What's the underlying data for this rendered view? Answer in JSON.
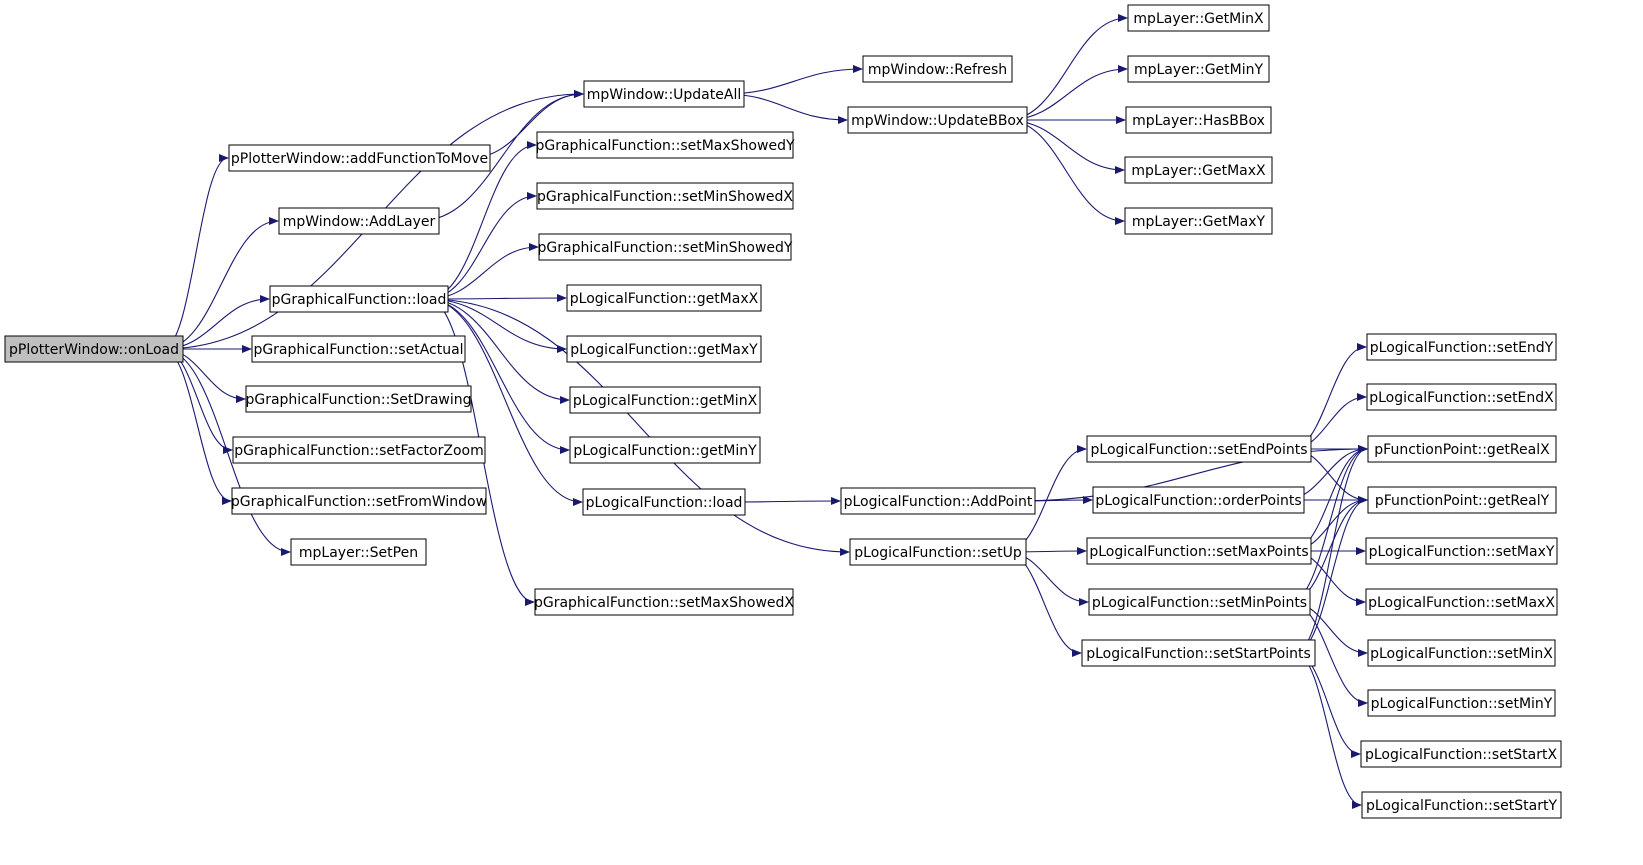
{
  "colors": {
    "edge": "#191970",
    "border": "#000000",
    "fill": "#ffffff",
    "root_fill": "#bfbfbf"
  },
  "nodes": {
    "onLoad": "pPlotterWindow::onLoad",
    "addFunctionToMove": "pPlotterWindow::addFunctionToMove",
    "addLayer": "mpWindow::AddLayer",
    "updateAll": "mpWindow::UpdateAll",
    "refresh": "mpWindow::Refresh",
    "updateBBox": "mpWindow::UpdateBBox",
    "getMinX_layer": "mpLayer::GetMinX",
    "getMinY_layer": "mpLayer::GetMinY",
    "hasBBox": "mpLayer::HasBBox",
    "getMaxX_layer": "mpLayer::GetMaxX",
    "getMaxY_layer": "mpLayer::GetMaxY",
    "gfLoad": "pGraphicalFunction::load",
    "setMaxShowedY": "pGraphicalFunction::setMaxShowedY",
    "setMinShowedX": "pGraphicalFunction::setMinShowedX",
    "setMinShowedY": "pGraphicalFunction::setMinShowedY",
    "setMaxShowedX": "pGraphicalFunction::setMaxShowedX",
    "lfGetMaxX": "pLogicalFunction::getMaxX",
    "lfGetMaxY": "pLogicalFunction::getMaxY",
    "lfGetMinX": "pLogicalFunction::getMinX",
    "lfGetMinY": "pLogicalFunction::getMinY",
    "lfLoad": "pLogicalFunction::load",
    "setActual": "pGraphicalFunction::setActual",
    "setDrawing": "pGraphicalFunction::SetDrawing",
    "setFactorZoom": "pGraphicalFunction::setFactorZoom",
    "setFromWindow": "pGraphicalFunction::setFromWindow",
    "setPen": "mpLayer::SetPen",
    "addPoint": "pLogicalFunction::AddPoint",
    "setUp": "pLogicalFunction::setUp",
    "setEndPoints": "pLogicalFunction::setEndPoints",
    "orderPoints": "pLogicalFunction::orderPoints",
    "setMaxPoints": "pLogicalFunction::setMaxPoints",
    "setMinPoints": "pLogicalFunction::setMinPoints",
    "setStartPoints": "pLogicalFunction::setStartPoints",
    "setEndY": "pLogicalFunction::setEndY",
    "setEndX": "pLogicalFunction::setEndX",
    "getRealX": "pFunctionPoint::getRealX",
    "getRealY": "pFunctionPoint::getRealY",
    "setMaxY": "pLogicalFunction::setMaxY",
    "setMaxX": "pLogicalFunction::setMaxX",
    "setMinX": "pLogicalFunction::setMinX",
    "setMinY": "pLogicalFunction::setMinY",
    "setStartX": "pLogicalFunction::setStartX",
    "setStartY": "pLogicalFunction::setStartY"
  },
  "edges": [
    [
      "onLoad",
      "updateAll"
    ],
    [
      "onLoad",
      "addFunctionToMove"
    ],
    [
      "onLoad",
      "addLayer"
    ],
    [
      "onLoad",
      "gfLoad"
    ],
    [
      "onLoad",
      "setActual"
    ],
    [
      "onLoad",
      "setDrawing"
    ],
    [
      "onLoad",
      "setFactorZoom"
    ],
    [
      "onLoad",
      "setFromWindow"
    ],
    [
      "onLoad",
      "setPen"
    ],
    [
      "addFunctionToMove",
      "updateAll"
    ],
    [
      "addLayer",
      "updateAll"
    ],
    [
      "updateAll",
      "refresh"
    ],
    [
      "updateAll",
      "updateBBox"
    ],
    [
      "updateBBox",
      "getMinX_layer"
    ],
    [
      "updateBBox",
      "getMinY_layer"
    ],
    [
      "updateBBox",
      "hasBBox"
    ],
    [
      "updateBBox",
      "getMaxX_layer"
    ],
    [
      "updateBBox",
      "getMaxY_layer"
    ],
    [
      "gfLoad",
      "setMaxShowedY"
    ],
    [
      "gfLoad",
      "setMinShowedX"
    ],
    [
      "gfLoad",
      "setMinShowedY"
    ],
    [
      "gfLoad",
      "lfGetMaxX"
    ],
    [
      "gfLoad",
      "lfGetMaxY"
    ],
    [
      "gfLoad",
      "lfGetMinX"
    ],
    [
      "gfLoad",
      "lfGetMinY"
    ],
    [
      "gfLoad",
      "lfLoad"
    ],
    [
      "gfLoad",
      "setUp"
    ],
    [
      "gfLoad",
      "setMaxShowedX"
    ],
    [
      "lfLoad",
      "addPoint"
    ],
    [
      "addPoint",
      "orderPoints"
    ],
    [
      "addPoint",
      "getRealX"
    ],
    [
      "setUp",
      "setEndPoints"
    ],
    [
      "setUp",
      "setMaxPoints"
    ],
    [
      "setUp",
      "setMinPoints"
    ],
    [
      "setUp",
      "setStartPoints"
    ],
    [
      "setEndPoints",
      "setEndY"
    ],
    [
      "setEndPoints",
      "setEndX"
    ],
    [
      "setEndPoints",
      "getRealX"
    ],
    [
      "setEndPoints",
      "getRealY"
    ],
    [
      "orderPoints",
      "getRealX"
    ],
    [
      "orderPoints",
      "getRealY"
    ],
    [
      "setMaxPoints",
      "getRealX"
    ],
    [
      "setMaxPoints",
      "getRealY"
    ],
    [
      "setMaxPoints",
      "setMaxY"
    ],
    [
      "setMaxPoints",
      "setMaxX"
    ],
    [
      "setMinPoints",
      "getRealX"
    ],
    [
      "setMinPoints",
      "getRealY"
    ],
    [
      "setMinPoints",
      "setMinX"
    ],
    [
      "setMinPoints",
      "setMinY"
    ],
    [
      "setStartPoints",
      "getRealX"
    ],
    [
      "setStartPoints",
      "getRealY"
    ],
    [
      "setStartPoints",
      "setStartX"
    ],
    [
      "setStartPoints",
      "setStartY"
    ]
  ]
}
